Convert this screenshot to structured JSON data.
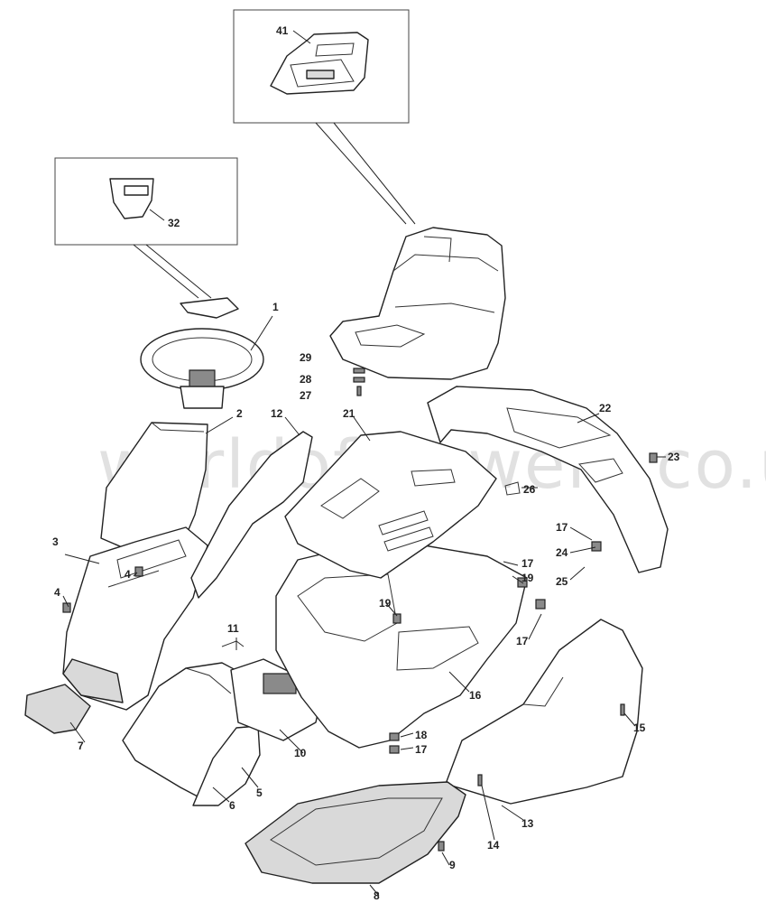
{
  "watermark": "worldofmowers.co.uk",
  "callouts": {
    "c1": "1",
    "c2": "2",
    "c3": "3",
    "c4a": "4",
    "c4b": "4",
    "c5": "5",
    "c6": "6",
    "c7": "7",
    "c8": "8",
    "c9": "9",
    "c10": "10",
    "c11": "11",
    "c12": "12",
    "c13": "13",
    "c14": "14",
    "c15": "15",
    "c16": "16",
    "c17a": "17",
    "c17b": "17",
    "c17c": "17",
    "c17d": "17",
    "c18": "18",
    "c19a": "19",
    "c19b": "19",
    "c21": "21",
    "c22": "22",
    "c23": "23",
    "c24": "24",
    "c25": "25",
    "c26": "26",
    "c27": "27",
    "c28": "28",
    "c29": "29",
    "c32": "32",
    "c41": "41"
  },
  "colors": {
    "line": "#222222",
    "fill": "#ffffff",
    "shade": "#d9d9d9",
    "dark": "#8a8a8a"
  }
}
